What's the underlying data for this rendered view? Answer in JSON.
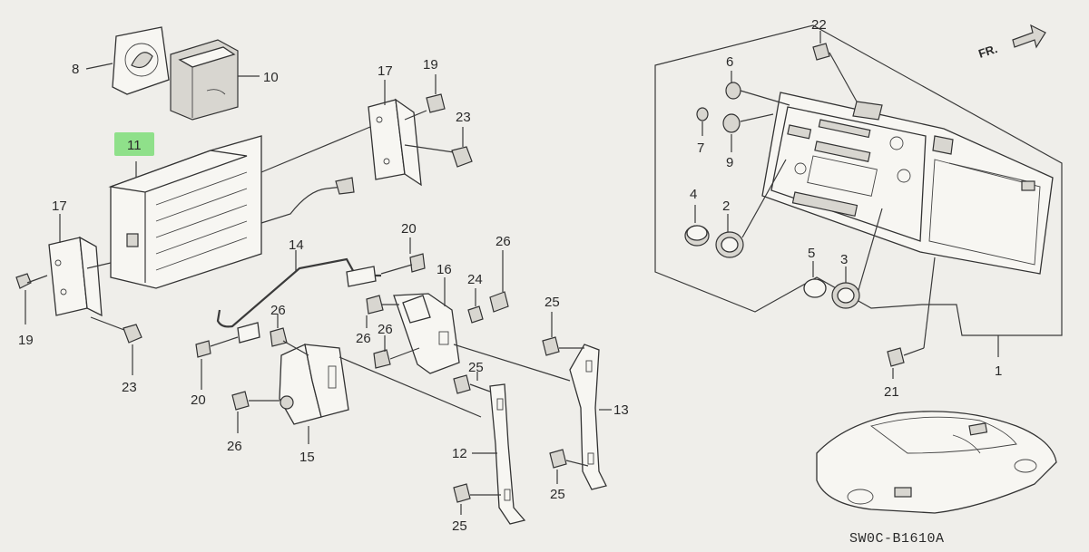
{
  "diagram": {
    "code": "SW0C-B1610A",
    "direction": "FR.",
    "highlight_color": "#8fe08a",
    "parts": [
      {
        "id": "p1",
        "num": "1"
      },
      {
        "id": "p2",
        "num": "2"
      },
      {
        "id": "p3",
        "num": "3"
      },
      {
        "id": "p4",
        "num": "4"
      },
      {
        "id": "p5",
        "num": "5"
      },
      {
        "id": "p6",
        "num": "6"
      },
      {
        "id": "p7",
        "num": "7"
      },
      {
        "id": "p8",
        "num": "8"
      },
      {
        "id": "p9",
        "num": "9"
      },
      {
        "id": "p10",
        "num": "10"
      },
      {
        "id": "p11",
        "num": "11",
        "highlighted": true
      },
      {
        "id": "p12",
        "num": "12"
      },
      {
        "id": "p13",
        "num": "13"
      },
      {
        "id": "p14",
        "num": "14"
      },
      {
        "id": "p15",
        "num": "15"
      },
      {
        "id": "p16",
        "num": "16"
      },
      {
        "id": "p17a",
        "num": "17"
      },
      {
        "id": "p17b",
        "num": "17"
      },
      {
        "id": "p19a",
        "num": "19"
      },
      {
        "id": "p19b",
        "num": "19"
      },
      {
        "id": "p20a",
        "num": "20"
      },
      {
        "id": "p20b",
        "num": "20"
      },
      {
        "id": "p21",
        "num": "21"
      },
      {
        "id": "p22",
        "num": "22"
      },
      {
        "id": "p23a",
        "num": "23"
      },
      {
        "id": "p23b",
        "num": "23"
      },
      {
        "id": "p24",
        "num": "24"
      },
      {
        "id": "p25a",
        "num": "25"
      },
      {
        "id": "p25b",
        "num": "25"
      },
      {
        "id": "p25c",
        "num": "25"
      },
      {
        "id": "p25d",
        "num": "25"
      },
      {
        "id": "p26a",
        "num": "26"
      },
      {
        "id": "p26b",
        "num": "26"
      },
      {
        "id": "p26c",
        "num": "26"
      },
      {
        "id": "p26d",
        "num": "26"
      },
      {
        "id": "p26e",
        "num": "26"
      }
    ]
  }
}
